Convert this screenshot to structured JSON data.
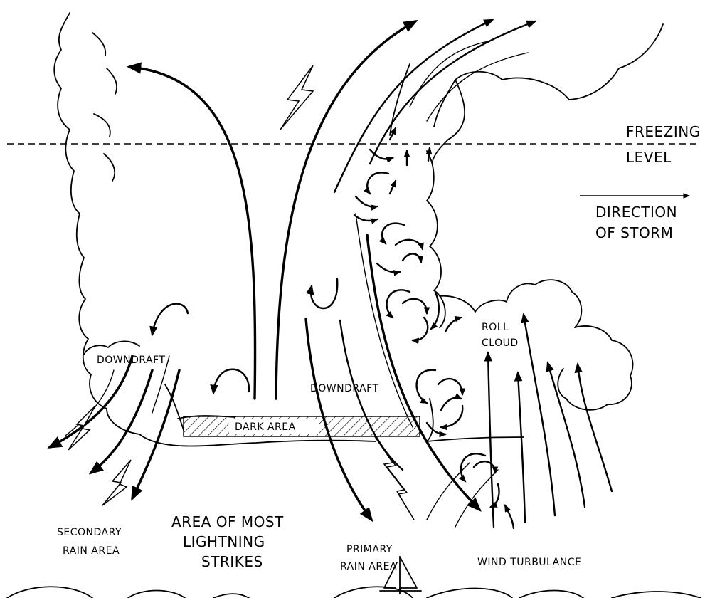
{
  "labels": {
    "freezing_level_line1": "FREEZING",
    "freezing_level_line2": "LEVEL",
    "direction_line1": "DIRECTION",
    "direction_line2": "OF STORM",
    "roll_cloud_line1": "ROLL",
    "roll_cloud_line2": "CLOUD",
    "downdraft_left": "DOWNDRAFT",
    "downdraft_right": "DOWNDRAFT",
    "dark_area": "DARK AREA",
    "secondary_rain_line1": "SECONDARY",
    "secondary_rain_line2": "RAIN AREA",
    "lightning_line1": "AREA OF MOST",
    "lightning_line2": "LIGHTNING",
    "lightning_line3": "STRIKES",
    "primary_rain_line1": "PRIMARY",
    "primary_rain_line2": "RAIN AREA",
    "wind_turbulance": "WIND TURBULANCE"
  }
}
